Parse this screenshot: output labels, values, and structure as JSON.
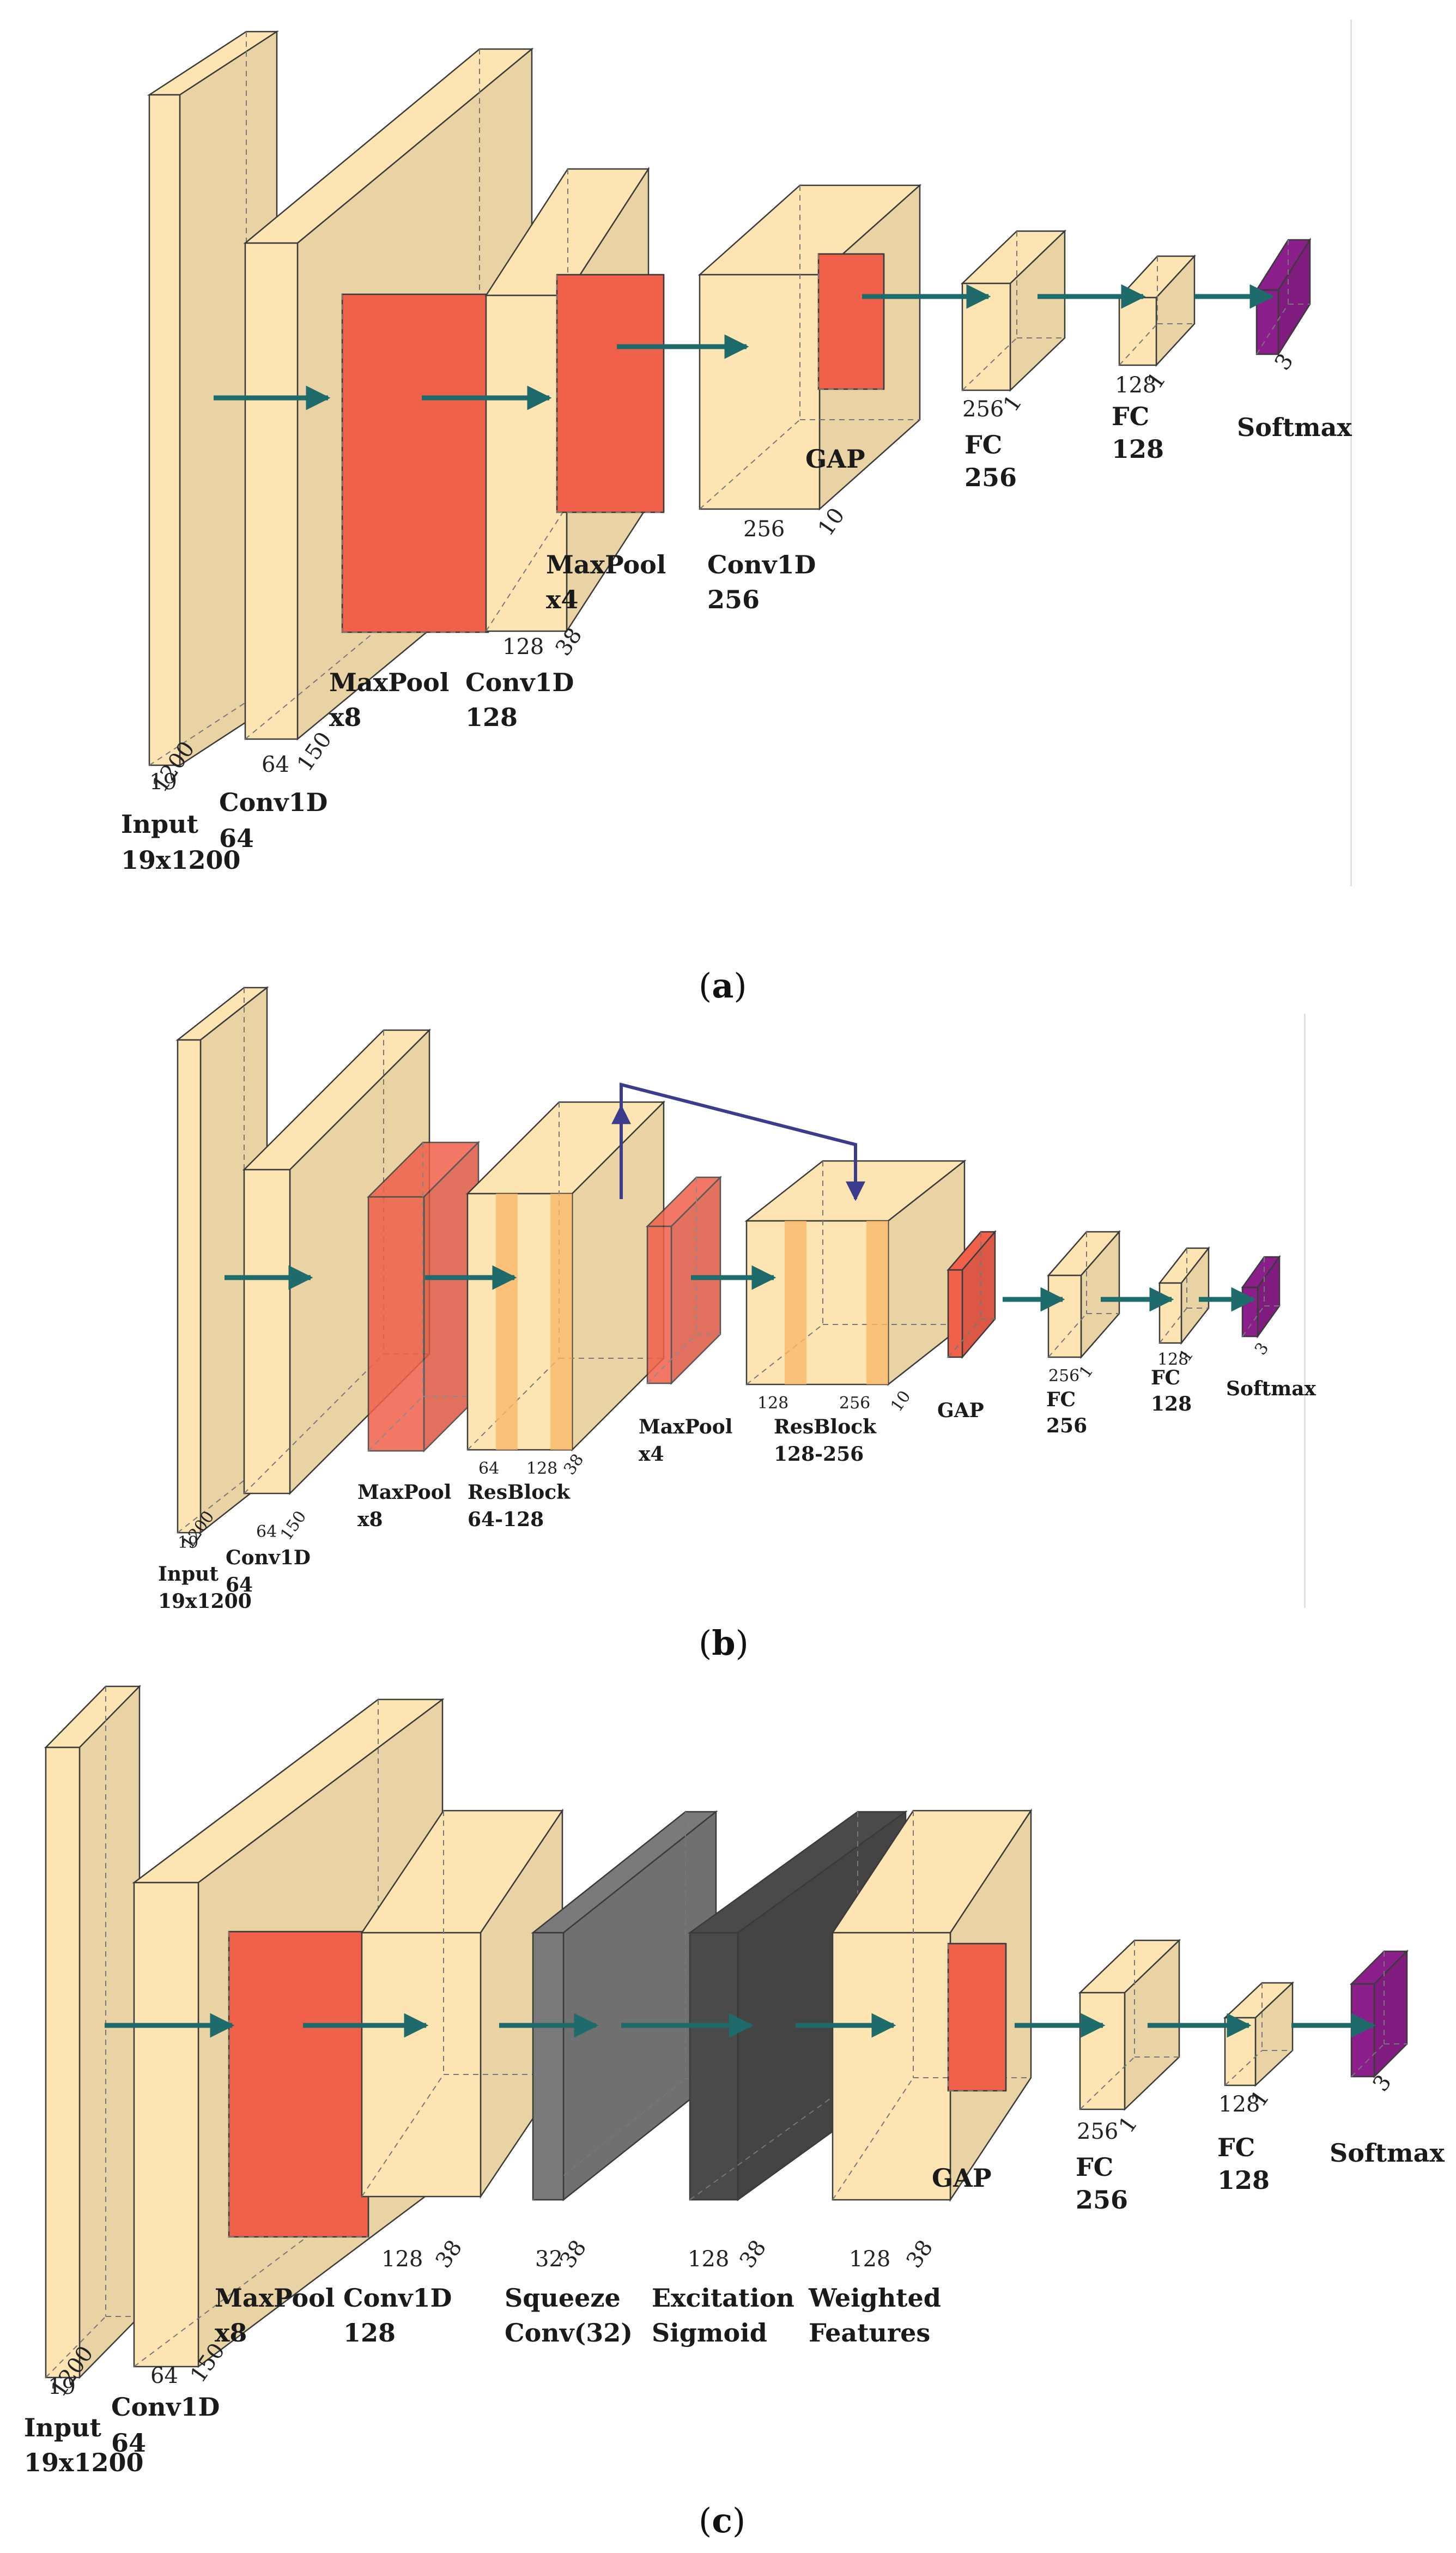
{
  "colors": {
    "conv": "#fde5b3",
    "pool": "#f0604a",
    "res": "#f9b86a",
    "squeeze": "#7a7a7a",
    "excitation": "#4a4a4a",
    "softmax": "#8b1e8b",
    "arrow": "#1f6b6b",
    "skip": "#3c3c8c"
  },
  "panels": [
    {
      "caption_letter": "a",
      "labels": [
        {
          "line1": "Input",
          "line2": "19x1200"
        },
        {
          "line1": "Conv1D",
          "line2": "64"
        },
        {
          "line1": "MaxPool",
          "line2": "x8"
        },
        {
          "line1": "Conv1D",
          "line2": "128"
        },
        {
          "line1": "MaxPool",
          "line2": "x4"
        },
        {
          "line1": "Conv1D",
          "line2": "256"
        },
        {
          "line1": "GAP",
          "line2": ""
        },
        {
          "line1": "FC",
          "line2": "256"
        },
        {
          "line1": "FC",
          "line2": "128"
        },
        {
          "line1": "Softmax",
          "line2": ""
        }
      ],
      "dims": [
        "19",
        "1200",
        "64",
        "150",
        "128",
        "38",
        "256",
        "10",
        "256",
        "1",
        "128",
        "1",
        "3"
      ]
    },
    {
      "caption_letter": "b",
      "labels": [
        {
          "line1": "Input",
          "line2": "19x1200"
        },
        {
          "line1": "Conv1D",
          "line2": "64"
        },
        {
          "line1": "MaxPool",
          "line2": "x8"
        },
        {
          "line1": "ResBlock",
          "line2": "64-128"
        },
        {
          "line1": "MaxPool",
          "line2": "x4"
        },
        {
          "line1": "ResBlock",
          "line2": "128-256"
        },
        {
          "line1": "GAP",
          "line2": ""
        },
        {
          "line1": "FC",
          "line2": "256"
        },
        {
          "line1": "FC",
          "line2": "128"
        },
        {
          "line1": "Softmax",
          "line2": ""
        }
      ],
      "dims": [
        "19",
        "1200",
        "64",
        "150",
        "64",
        "128",
        "38",
        "128",
        "256",
        "10",
        "256",
        "1",
        "128",
        "1",
        "3"
      ]
    },
    {
      "caption_letter": "c",
      "labels": [
        {
          "line1": "Input",
          "line2": "19x1200"
        },
        {
          "line1": "Conv1D",
          "line2": "64"
        },
        {
          "line1": "MaxPool",
          "line2": "x8"
        },
        {
          "line1": "Conv1D",
          "line2": "128"
        },
        {
          "line1": "Squeeze",
          "line2": "Conv(32)"
        },
        {
          "line1": "Excitation",
          "line2": "Sigmoid"
        },
        {
          "line1": "Weighted",
          "line2": "Features"
        },
        {
          "line1": "GAP",
          "line2": ""
        },
        {
          "line1": "FC",
          "line2": "256"
        },
        {
          "line1": "FC",
          "line2": "128"
        },
        {
          "line1": "Softmax",
          "line2": ""
        }
      ],
      "dims": [
        "19",
        "1200",
        "64",
        "150",
        "128",
        "38",
        "32",
        "38",
        "128",
        "38",
        "128",
        "38",
        "256",
        "1",
        "128",
        "1",
        "3"
      ]
    }
  ]
}
